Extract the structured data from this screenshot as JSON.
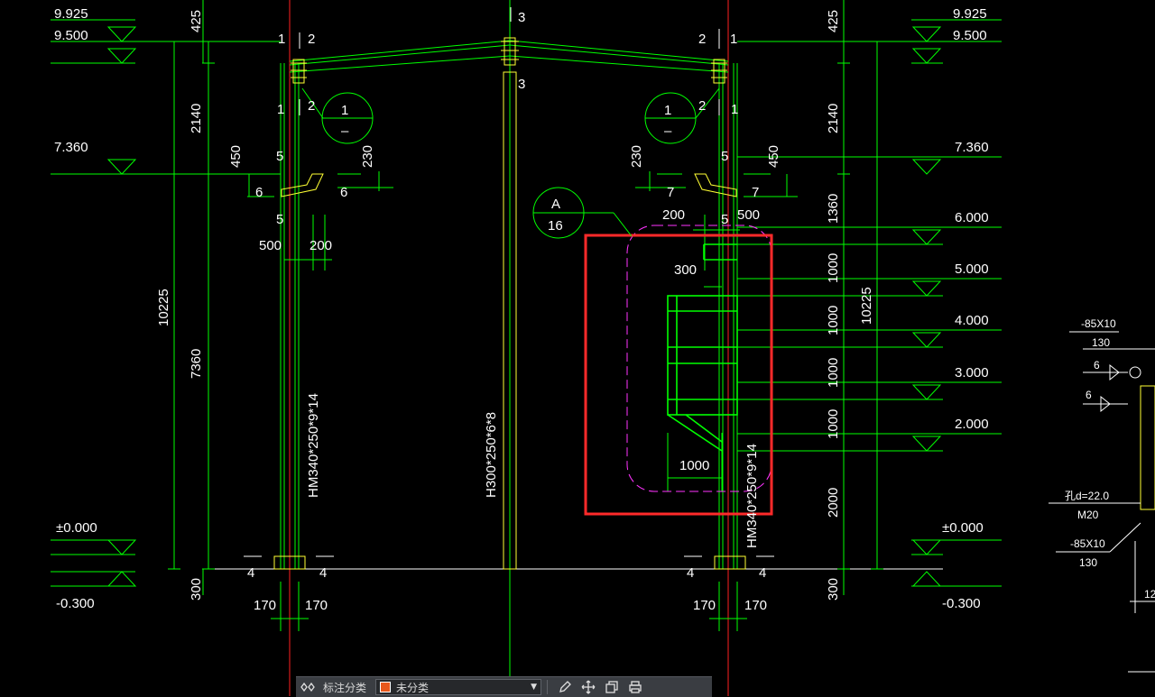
{
  "drawing": {
    "elev_left": [
      "9.925",
      "9.500",
      "7.360",
      "±0.000",
      "-0.300"
    ],
    "elev_right": [
      "9.925",
      "9.500",
      "7.360",
      "6.000",
      "5.000",
      "4.000",
      "3.000",
      "2.000",
      "±0.000",
      "-0.300"
    ],
    "dims_left": [
      "425",
      "2140",
      "10225",
      "7360",
      "300"
    ],
    "dims_right": [
      "425",
      "2140",
      "1360",
      "1000",
      "1000",
      "1000",
      "1000",
      "2000",
      "300",
      "10225"
    ],
    "axis_marks": [
      "1",
      "2",
      "3",
      "2",
      "1",
      "1",
      "2",
      "3",
      "2",
      "1"
    ],
    "section_marks": [
      "5",
      "5",
      "5",
      "5"
    ],
    "weld_sizes": [
      "6",
      "6",
      "7",
      "7",
      "4",
      "4",
      "4",
      "4"
    ],
    "local_dims": [
      "450",
      "230",
      "230",
      "450",
      "500",
      "200",
      "200",
      "500",
      "300",
      "1000",
      "170",
      "170",
      "170",
      "170"
    ],
    "detail_callouts": [
      {
        "top": "1",
        "bottom": "–"
      },
      {
        "top": "1",
        "bottom": "–"
      }
    ],
    "detail_a": {
      "letter": "A",
      "number": "16"
    },
    "members": [
      "HM340*250*9*14",
      "H300*250*6*8",
      "HM340*250*9*14"
    ],
    "node_labels": [
      "-85X10",
      "130",
      "6",
      "6",
      "孔d=22.0",
      "M20",
      "-85X10",
      "130",
      "12"
    ]
  },
  "toolbar": {
    "label": "标注分类",
    "select_value": "未分类",
    "icons": [
      "annotation-toggle-icon",
      "edit-icon",
      "move-icon",
      "copy-icon",
      "print-icon"
    ]
  },
  "colors": {
    "background": "#000000",
    "lines": "#00ff00",
    "axes": "#ff2020",
    "highlight": "#ff2a2a",
    "cloud": "#ff33ff",
    "connections": "#ffff33",
    "swatch": "#e8581c"
  }
}
